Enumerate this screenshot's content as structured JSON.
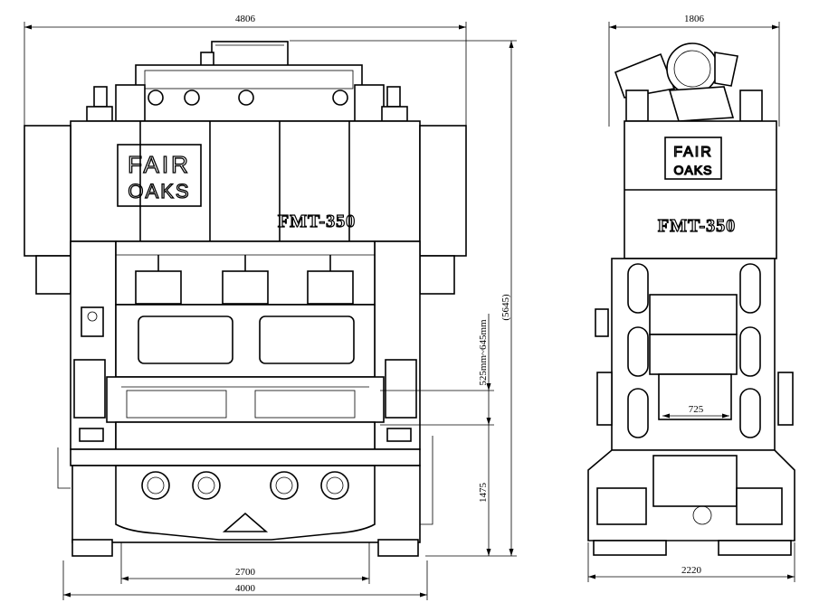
{
  "front_view": {
    "logo_line1": "FAIR",
    "logo_line2": "OAKS",
    "model": "FMT-350",
    "dims": {
      "overall_width": "4806",
      "overall_height": "(5645)",
      "stroke_range": "525mm~645mm",
      "bed_height": "1475",
      "bed_width": "2700",
      "base_width": "4000"
    }
  },
  "side_view": {
    "logo_line1": "FAIR",
    "logo_line2": "OAKS",
    "model": "FMT-350",
    "dims": {
      "top_width": "1806",
      "slide_depth": "725",
      "base_depth": "2220"
    }
  }
}
